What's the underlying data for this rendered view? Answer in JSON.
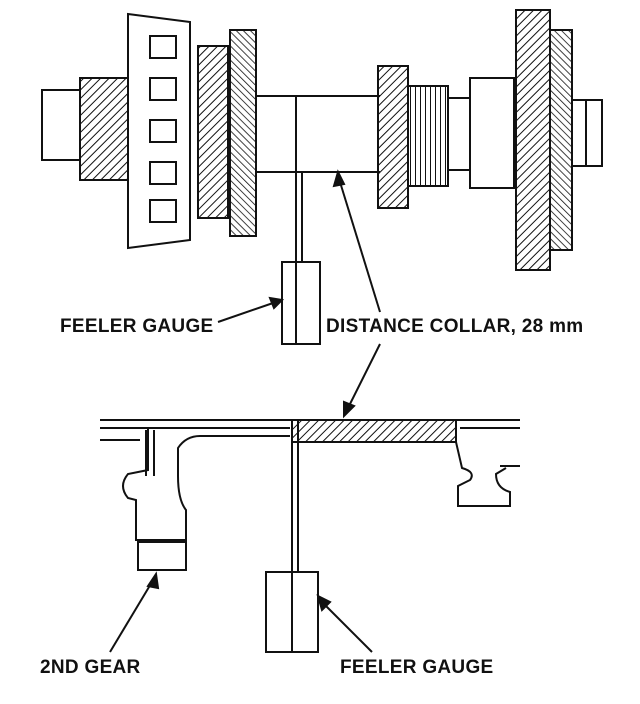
{
  "labels": {
    "feeler_gauge_top": "FEELER GAUGE",
    "distance_collar": "DISTANCE COLLAR, 28 mm",
    "second_gear": "2ND GEAR",
    "feeler_gauge_bottom": "FEELER GAUGE"
  },
  "colors": {
    "ink": "#111111",
    "background": "#ffffff"
  }
}
